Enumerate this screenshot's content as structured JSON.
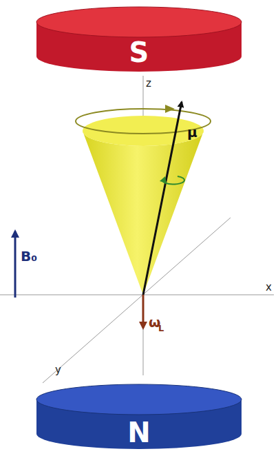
{
  "diagram": {
    "nodes": [
      {
        "text": [
          "S"
        ]
      },
      {
        "text": [
          "N"
        ]
      }
    ],
    "labels": [
      "z",
      "μ",
      "B₀",
      "x",
      "y",
      "ω",
      "L"
    ]
  }
}
